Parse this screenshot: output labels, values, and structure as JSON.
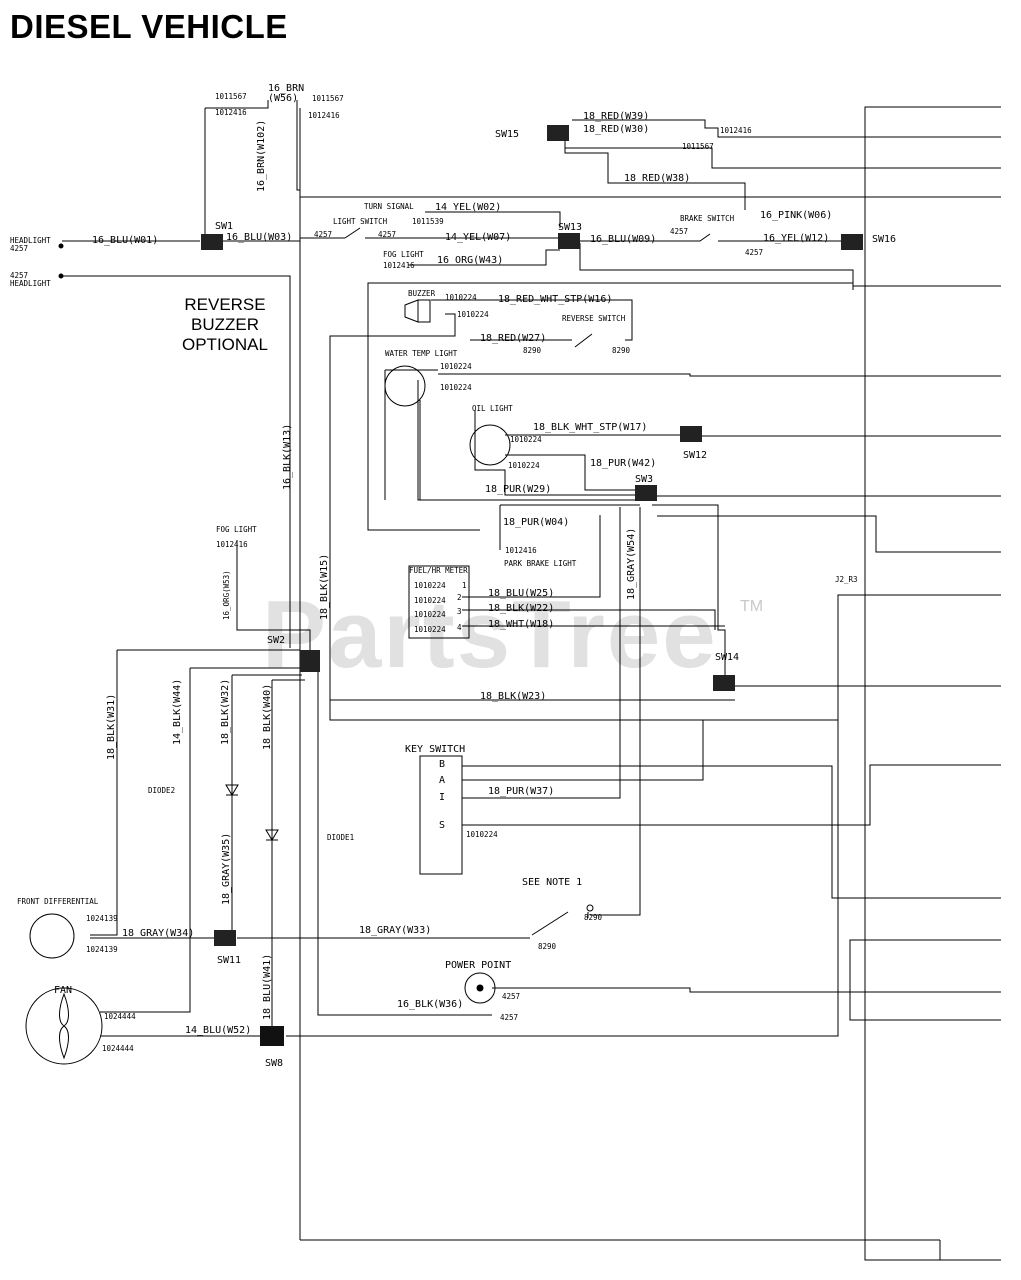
{
  "title": "DIESEL VEHICLE",
  "watermark": "PartsTree",
  "watermark_tm": "TM",
  "reverse_buzzer_note": [
    "REVERSE",
    "BUZZER",
    "OPTIONAL"
  ],
  "switches": {
    "sw1": "SW1",
    "sw2": "SW2",
    "sw3": "SW3",
    "sw8": "SW8",
    "sw11": "SW11",
    "sw12": "SW12",
    "sw13": "SW13",
    "sw14": "SW14",
    "sw15": "SW15",
    "sw16": "SW16"
  },
  "components": {
    "headlight_left": [
      "HEADLIGHT",
      "4257"
    ],
    "headlight_right": [
      "4257",
      "HEADLIGHT"
    ],
    "turn_signal": "TURN SIGNAL",
    "light_switch": "LIGHT SWITCH",
    "fog_light_top": "FOG LIGHT",
    "brake_switch": "BRAKE SWITCH",
    "buzzer": "BUZZER",
    "reverse_switch": "REVERSE SWITCH",
    "water_temp_light": "WATER TEMP LIGHT",
    "oil_light": "OIL LIGHT",
    "park_brake_light": "PARK BRAKE LIGHT",
    "fog_light_left": "FOG LIGHT",
    "fuel_hr_meter": "FUEL/HR METER",
    "key_switch": "KEY SWITCH",
    "key_terminals": [
      "B",
      "A",
      "I",
      "S"
    ],
    "see_note": "SEE NOTE 1",
    "power_point": "POWER POINT",
    "front_differential": "FRONT DIFFERENTIAL",
    "fan": "FAN",
    "diode2": "DIODE2",
    "diode1": "DIODE1",
    "j2": "J2_R3"
  },
  "wires": {
    "w56a": "16_BRN",
    "w56b": "(W56)",
    "w102": "16_BRN(W102)",
    "w39": "18_RED(W39)",
    "w30": "18_RED(W30)",
    "w38": "18_RED(W38)",
    "w01": "16_BLU(W01)",
    "w03": "16_BLU(W03)",
    "w02": "14_YEL(W02)",
    "w07": "14_YEL(W07)",
    "w43": "16_ORG(W43)",
    "w09": "16_BLU(W09)",
    "w06": "16_PINK(W06)",
    "w12": "16_YEL(W12)",
    "w16": "18_RED_WHT_STP(W16)",
    "w27": "18_RED(W27)",
    "w13": "16_BLK(W13)",
    "w17": "18_BLK_WHT_STP(W17)",
    "w42": "18_PUR(W42)",
    "w29": "18_PUR(W29)",
    "w04": "18_PUR(W04)",
    "w54": "18_GRAY(W54)",
    "w15": "18_BLK(W15)",
    "w53": "16_ORG(W53)",
    "w25": "18_BLU(W25)",
    "w22": "18_BLK(W22)",
    "w18": "18_WHT(W18)",
    "w23": "18_BLK(W23)",
    "w31": "18_BLK(W31)",
    "w44": "14_BLK(W44)",
    "w32": "18_BLK(W32)",
    "w40": "18_BLK(W40)",
    "w35": "18_GRAY(W35)",
    "w37": "18_PUR(W37)",
    "w34": "18_GRAY(W34)",
    "w33": "18_GRAY(W33)",
    "w41": "18_BLU(W41)",
    "w36": "16_BLK(W36)",
    "w52": "14_BLU(W52)"
  },
  "part_numbers": {
    "p1011567": "1011567",
    "p1012416": "1012416",
    "p4257": "4257",
    "p1011539": "1011539",
    "p1010224": "1010224",
    "p8290": "8290",
    "p1024139": "1024139",
    "p1024444": "1024444",
    "meter_pins": [
      "1010224",
      "1010224",
      "1010224",
      "1010224"
    ],
    "meter_pin_nums": [
      "1",
      "2",
      "3",
      "4"
    ]
  }
}
